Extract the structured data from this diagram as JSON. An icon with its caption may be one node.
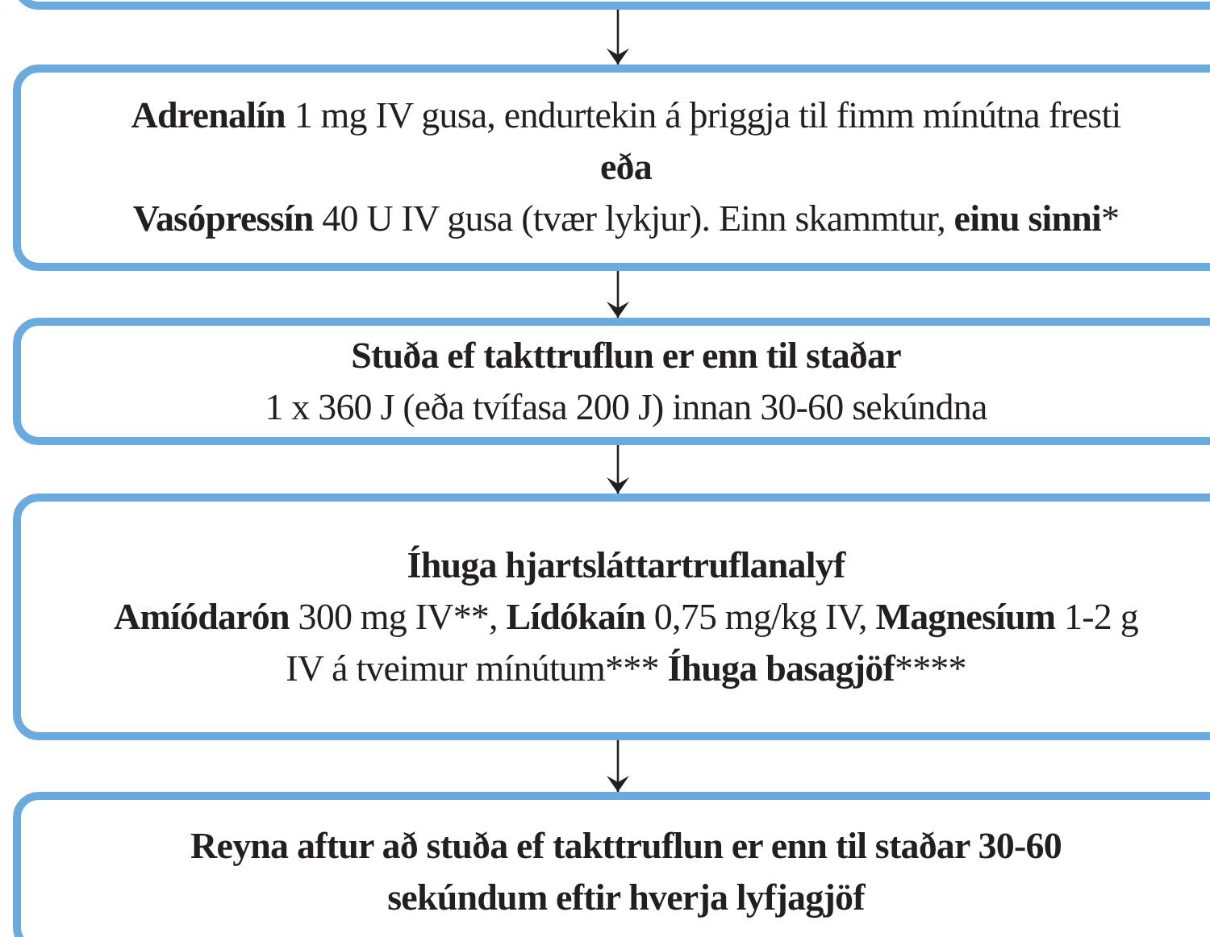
{
  "diagram": {
    "nodes": [
      {
        "text": [],
        "shape": "box"
      },
      {
        "text": [
          "Adrenalín 1 mg IV gusa, endurtekin á þriggja til fimm mínútna fresti",
          "eða",
          "Vasópressín 40 U IV gusa (tvær lykjur). Einn skammtur, einu sinni*"
        ]
      },
      {
        "text": [
          "Stuða ef takttruflun er enn til staðar",
          "1 x 360 J (eða tvífasa 200 J) innan 30-60 sekúndna"
        ]
      },
      {
        "text": [
          "Íhuga hjartsláttartruflanalyf",
          "Amíódarón 300 mg IV**, Lídókaín 0,75 mg/kg IV, Magnesíum 1-2 g IV á tveimur mínútum*** Íhuga basagjöf****"
        ]
      },
      {
        "text": [
          "Reyna aftur að stuða ef takttruflun er enn til staðar 30-60 sekúndum eftir hverja lyfjagjöf"
        ]
      }
    ],
    "edges": [
      {
        "from": 0,
        "to": 1,
        "arrow": "to"
      },
      {
        "from": 1,
        "to": 2,
        "arrow": "to"
      },
      {
        "from": 2,
        "to": 3,
        "arrow": "to"
      },
      {
        "from": 3,
        "to": 4,
        "arrow": "to"
      }
    ]
  }
}
